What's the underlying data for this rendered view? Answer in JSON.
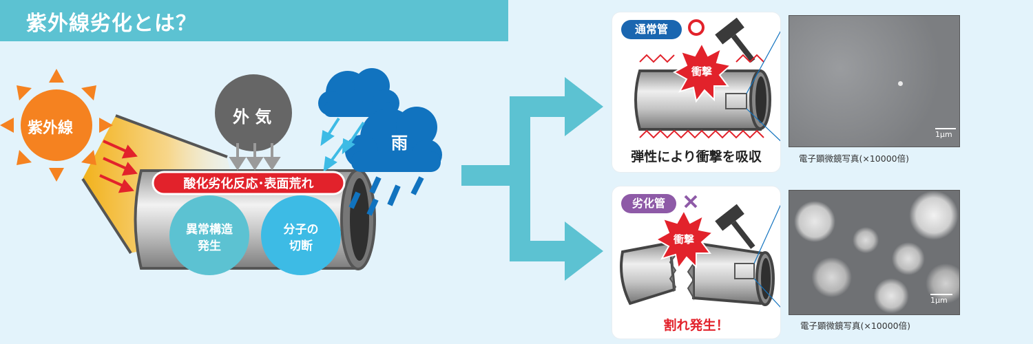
{
  "title": "紫外線劣化とは？",
  "left_diagram": {
    "sun_label": "紫外線",
    "air_label": "外 気",
    "rain_label": "雨",
    "reaction_label": "酸化劣化反応･表面荒れ",
    "effect_1": [
      "異常構造",
      "発生"
    ],
    "effect_2": [
      "分子の",
      "切断"
    ]
  },
  "normal_panel": {
    "badge": "通常管",
    "mark": "○",
    "impact_label": "衝撃",
    "caption": "弾性により衝撃を吸収",
    "photo_caption": "電子顕微鏡写真(×10000倍)",
    "scale": "1μm"
  },
  "degraded_panel": {
    "badge": "劣化管",
    "mark": "×",
    "impact_label": "衝撃",
    "caption": "割れ発生！",
    "photo_caption": "電子顕微鏡写真(×10000倍)",
    "scale": "1μm"
  },
  "colors": {
    "title_band": "#5cc2d2",
    "background": "#e3f3fb",
    "sun": "#f58220",
    "air_cloud": "#666666",
    "rain_cloud": "#1173bf",
    "reaction_red": "#e2222b",
    "effect_1": "#5cc2d2",
    "effect_2": "#3dbbe5",
    "arrow": "#5cc2d2",
    "normal_badge": "#1a66b0",
    "degraded_badge": "#8e5aa7",
    "burst": "#e2222b"
  },
  "icons": [
    "sun-icon",
    "cloud-icon",
    "rain-cloud-icon",
    "pipe-icon",
    "hammer-icon",
    "burst-icon",
    "circle-mark-icon",
    "cross-mark-icon"
  ]
}
